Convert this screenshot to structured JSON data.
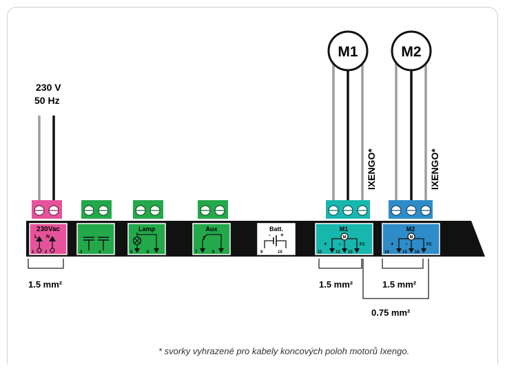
{
  "power": {
    "voltage": "230 V",
    "frequency": "50 Hz"
  },
  "motors": [
    {
      "id": "M1",
      "circle_label": "M1",
      "fc_label": "IXENGO*"
    },
    {
      "id": "M2",
      "circle_label": "M2",
      "fc_label": "IXENGO*"
    }
  ],
  "blocks": {
    "power": {
      "title": "230Vac",
      "l": "L",
      "n": "N",
      "t1": "1",
      "t2": "2"
    },
    "antenna": {
      "t1": "3",
      "t2": "4"
    },
    "lamp": {
      "title": "Lamp",
      "t1": "5",
      "t2": "6"
    },
    "aux": {
      "title": "Aux",
      "t1": "7",
      "t2": "8"
    },
    "batt": {
      "title": "Batt.",
      "minus": "-",
      "plus": "+",
      "t1": "9",
      "t2": "10"
    },
    "m1": {
      "title": "M1",
      "plus": "+",
      "minus": "-",
      "fc": "FC",
      "motor": "M",
      "t1": "11",
      "t2": "12",
      "t3": "13"
    },
    "m2": {
      "title": "M2",
      "plus": "+",
      "minus": "-",
      "fc": "FC",
      "motor": "M",
      "t1": "14",
      "t2": "15",
      "t3": "16"
    }
  },
  "cables": {
    "power": "1.5 mm²",
    "m1": "1.5 mm²",
    "m2": "1.5 mm²",
    "fc": "0.75 mm²"
  },
  "colors": {
    "pink": "#e6539a",
    "green": "#23a84a",
    "teal": "#17b7ae",
    "blue": "#2e8cc8",
    "black_bar": "#111111",
    "grey_wire": "#9d9d9d"
  },
  "footnote": "* svorky vyhrazené pro kabely koncových poloh motorů Ixengo."
}
